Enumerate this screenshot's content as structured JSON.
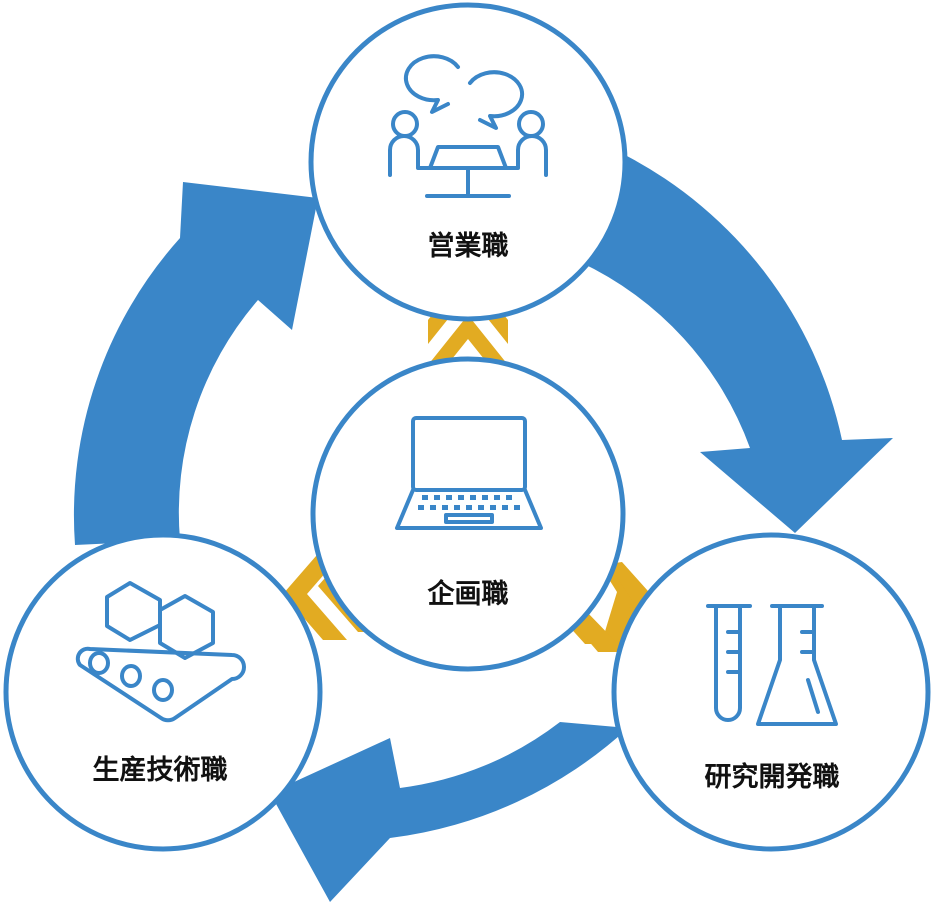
{
  "colors": {
    "cycle_blue": "#3a86c8",
    "chevron_gold": "#e2ab22",
    "circle_fill": "#ffffff",
    "label_text": "#111111"
  },
  "nodes": {
    "sales": {
      "label": "営業職",
      "icon": "meeting-icon"
    },
    "rnd": {
      "label": "研究開発職",
      "icon": "lab-flasks-icon"
    },
    "production": {
      "label": "生産技術職",
      "icon": "conveyor-icon"
    },
    "planning": {
      "label": "企画職",
      "icon": "laptop-icon"
    }
  },
  "arrows": {
    "cycle": [
      "sales-to-rnd",
      "rnd-to-production",
      "production-to-sales"
    ],
    "chevrons": [
      "planning-to-sales",
      "planning-to-rnd",
      "planning-to-production"
    ]
  }
}
